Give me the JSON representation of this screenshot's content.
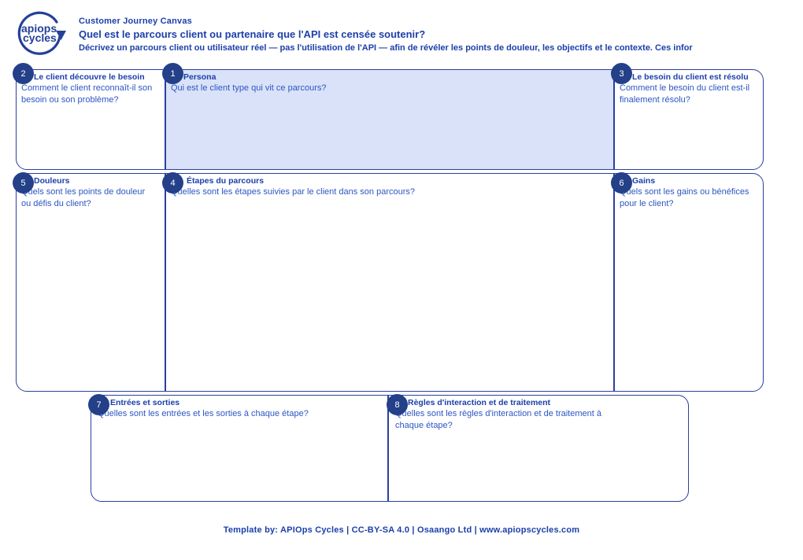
{
  "header": {
    "logo_line1": "apiops",
    "logo_line2": "cycles",
    "title": "Customer Journey Canvas",
    "question": "Quel est le parcours client ou partenaire que l'API est censée soutenir?",
    "description": "Décrivez un parcours client ou utilisateur réel — pas l'utilisation de l'API — afin de révéler les points de douleur, les objectifs et le contexte. Ces infor"
  },
  "colors": {
    "brand_blue": "#1c3faa",
    "badge_blue": "#234088",
    "card_border": "#2b3fa0",
    "persona_fill": "#d9e2f8",
    "sub_text": "#2d56c4"
  },
  "cards": [
    {
      "number": "2",
      "title": "Le client découvre le besoin",
      "subtitle": "Comment le client reconnaît-il son besoin ou son problème?"
    },
    {
      "number": "1",
      "title": "Persona",
      "subtitle": "Qui est le client type qui vit ce parcours?"
    },
    {
      "number": "3",
      "title": "Le besoin du client est résolu",
      "subtitle": "Comment le besoin du client est-il finalement résolu?"
    },
    {
      "number": "5",
      "title": "Douleurs",
      "subtitle": "Quels sont les points de douleur ou défis du client?"
    },
    {
      "number": "4",
      "title": "Étapes du parcours",
      "subtitle": "Quelles sont les étapes suivies par le client dans son parcours?"
    },
    {
      "number": "6",
      "title": "Gains",
      "subtitle": "Quels sont les gains ou bénéfices pour le client?"
    },
    {
      "number": "7",
      "title": "Entrées et sorties",
      "subtitle": "Quelles sont les entrées et les sorties à chaque étape?"
    },
    {
      "number": "8",
      "title": "Règles d'interaction et de traitement",
      "subtitle": "Quelles sont les règles d'interaction et de traitement à chaque étape?"
    }
  ],
  "footer": {
    "text": "Template by: APIOps Cycles | CC-BY-SA 4.0 | Osaango Ltd | www.apiopscycles.com"
  }
}
